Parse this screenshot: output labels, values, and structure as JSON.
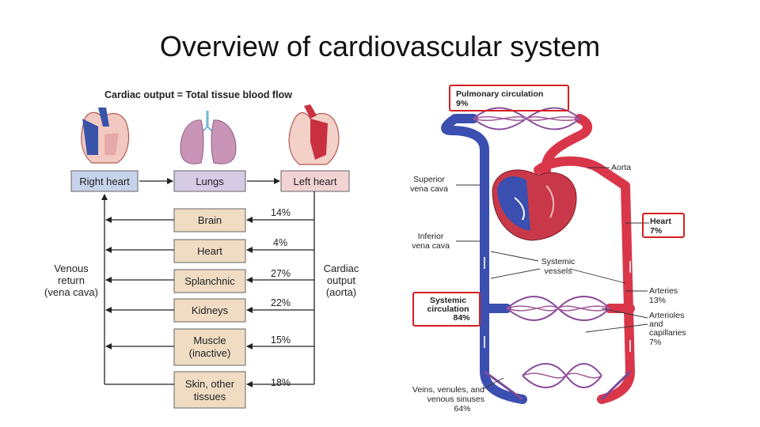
{
  "slide": {
    "title": "Overview of cardiovascular system"
  },
  "left_diagram": {
    "heading": "Cardiac output = Total tissue blood flow",
    "top_boxes": [
      "Right heart",
      "Lungs",
      "Left heart"
    ],
    "organs": [
      {
        "label": "Brain",
        "percent": "14%"
      },
      {
        "label": "Heart",
        "percent": "4%"
      },
      {
        "label": "Splanchnic",
        "percent": "27%"
      },
      {
        "label": "Kidneys",
        "percent": "22%"
      },
      {
        "label": "Muscle",
        "label2": "(inactive)",
        "percent": "15%"
      },
      {
        "label": "Skin, other",
        "label2": "tissues",
        "percent": "18%"
      }
    ],
    "venous_return": [
      "Venous",
      "return",
      "(vena cava)"
    ],
    "cardiac_output": [
      "Cardiac",
      "output",
      "(aorta)"
    ],
    "colors": {
      "blue_box": "#c7d3ea",
      "lavender_box": "#d6cbe4",
      "pink_box": "#f2d3d3",
      "organ_box": "#efdcc3",
      "arrow": "#222222"
    }
  },
  "right_diagram": {
    "pulmonary": [
      "Pulmonary circulation",
      "9%"
    ],
    "aorta": "Aorta",
    "superior_vena_cava": [
      "Superior",
      "vena cava"
    ],
    "inferior_vena_cava": [
      "Inferior",
      "vena cava"
    ],
    "heart": [
      "Heart",
      "7%"
    ],
    "systemic_vessels": [
      "Systemic",
      "vessels"
    ],
    "systemic_circulation": [
      "Systemic",
      "circulation",
      "84%"
    ],
    "arteries": [
      "Arteries",
      "13%"
    ],
    "arterioles": [
      "Arterioles",
      "and",
      "capillaries",
      "7%"
    ],
    "veins": [
      "Veins, venules, and",
      "venous sinuses",
      "64%"
    ],
    "colors": {
      "artery": "#d9364a",
      "vein": "#3a4fb0",
      "capillary": "#8a4a9a",
      "highlight_box": "#d42020"
    }
  }
}
